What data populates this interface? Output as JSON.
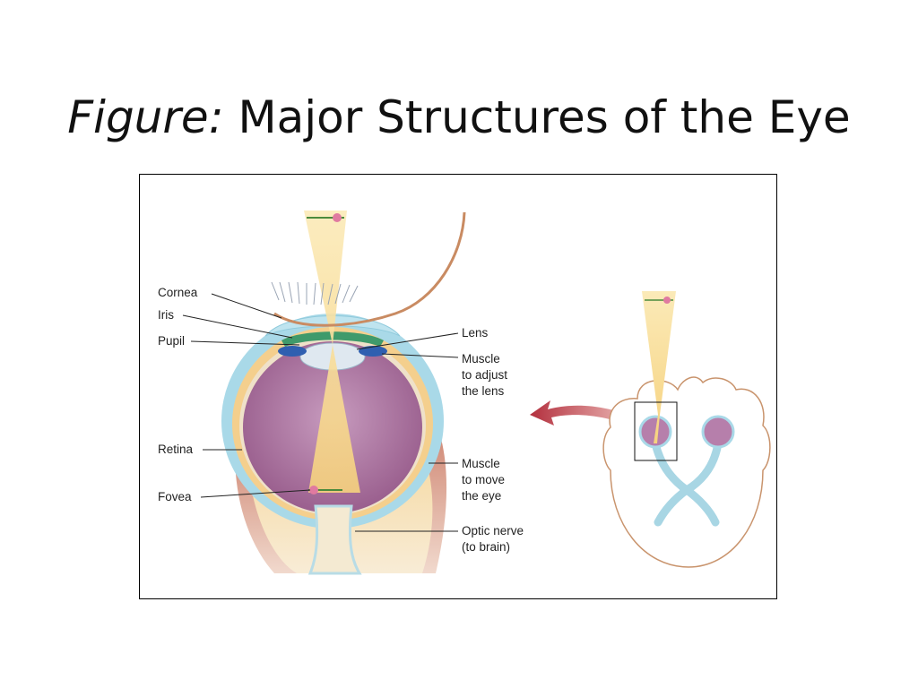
{
  "slide": {
    "title_lead": "Figure:",
    "title_rest": "Major Structures of the Eye"
  },
  "diagram": {
    "labels_left": {
      "cornea": "Cornea",
      "iris": "Iris",
      "pupil": "Pupil",
      "retina": "Retina",
      "fovea": "Fovea"
    },
    "labels_right": {
      "lens": "Lens",
      "muscle_lens": [
        "Muscle",
        "to adjust",
        "the lens"
      ],
      "muscle_eye": [
        "Muscle",
        "to move",
        "the eye"
      ],
      "optic_nerve": [
        "Optic nerve",
        "(to brain)"
      ]
    },
    "colors": {
      "vitreous": "#b07aa6",
      "sclera": "#a9d9e8",
      "fat": "#f3cf87",
      "muscle": "#c9735d",
      "light_beam": "#f9e3a8",
      "arrow": "#b53a44",
      "head_outline": "#c9946d"
    }
  }
}
